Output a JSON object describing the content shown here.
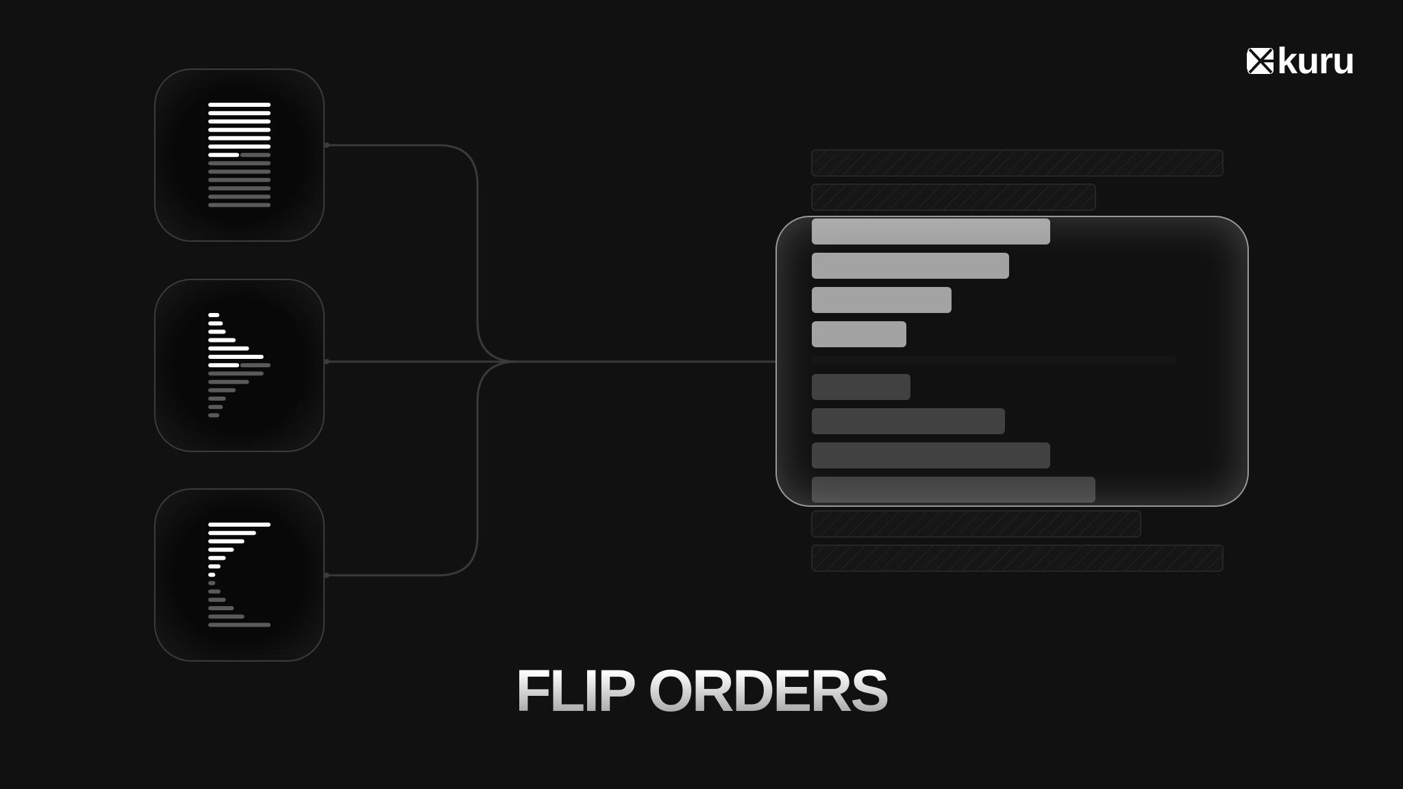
{
  "title": "FLIP ORDERS",
  "logo": {
    "text": "kuru",
    "icon": "kuru-logo-icon"
  },
  "colors": {
    "background": "#111111",
    "bid_bar": "#a3a3a3",
    "ask_bar": "#414141",
    "line": "#3a3a3a",
    "glyph_on": "#ffffff",
    "glyph_off": "#5a5a5a"
  },
  "order_book": {
    "hatched_top": [
      1.0,
      0.69
    ],
    "highlighted_light": [
      0.58,
      0.48,
      0.34,
      0.23
    ],
    "highlighted_dark": [
      0.24,
      0.47,
      0.58,
      0.69
    ],
    "hatched_bottom": [
      0.8,
      1.0
    ]
  },
  "sources": [
    {
      "icon": "flat-book-icon",
      "white": [
        1,
        1,
        1,
        1,
        1,
        1,
        0.46
      ],
      "gray": [
        1,
        1,
        1,
        1,
        1,
        1
      ]
    },
    {
      "icon": "peaked-book-icon",
      "white": [
        0.12,
        0.18,
        0.23,
        0.4,
        0.63,
        0.88,
        0.46
      ],
      "gray": [
        0.88,
        0.63,
        0.4,
        0.23,
        0.18,
        0.12
      ]
    },
    {
      "icon": "sloped-book-icon",
      "white": [
        1,
        0.75,
        0.55,
        0.37,
        0.23,
        0.14,
        0.05
      ],
      "gray": [
        0.05,
        0.14,
        0.23,
        0.37,
        0.55,
        1
      ]
    }
  ]
}
